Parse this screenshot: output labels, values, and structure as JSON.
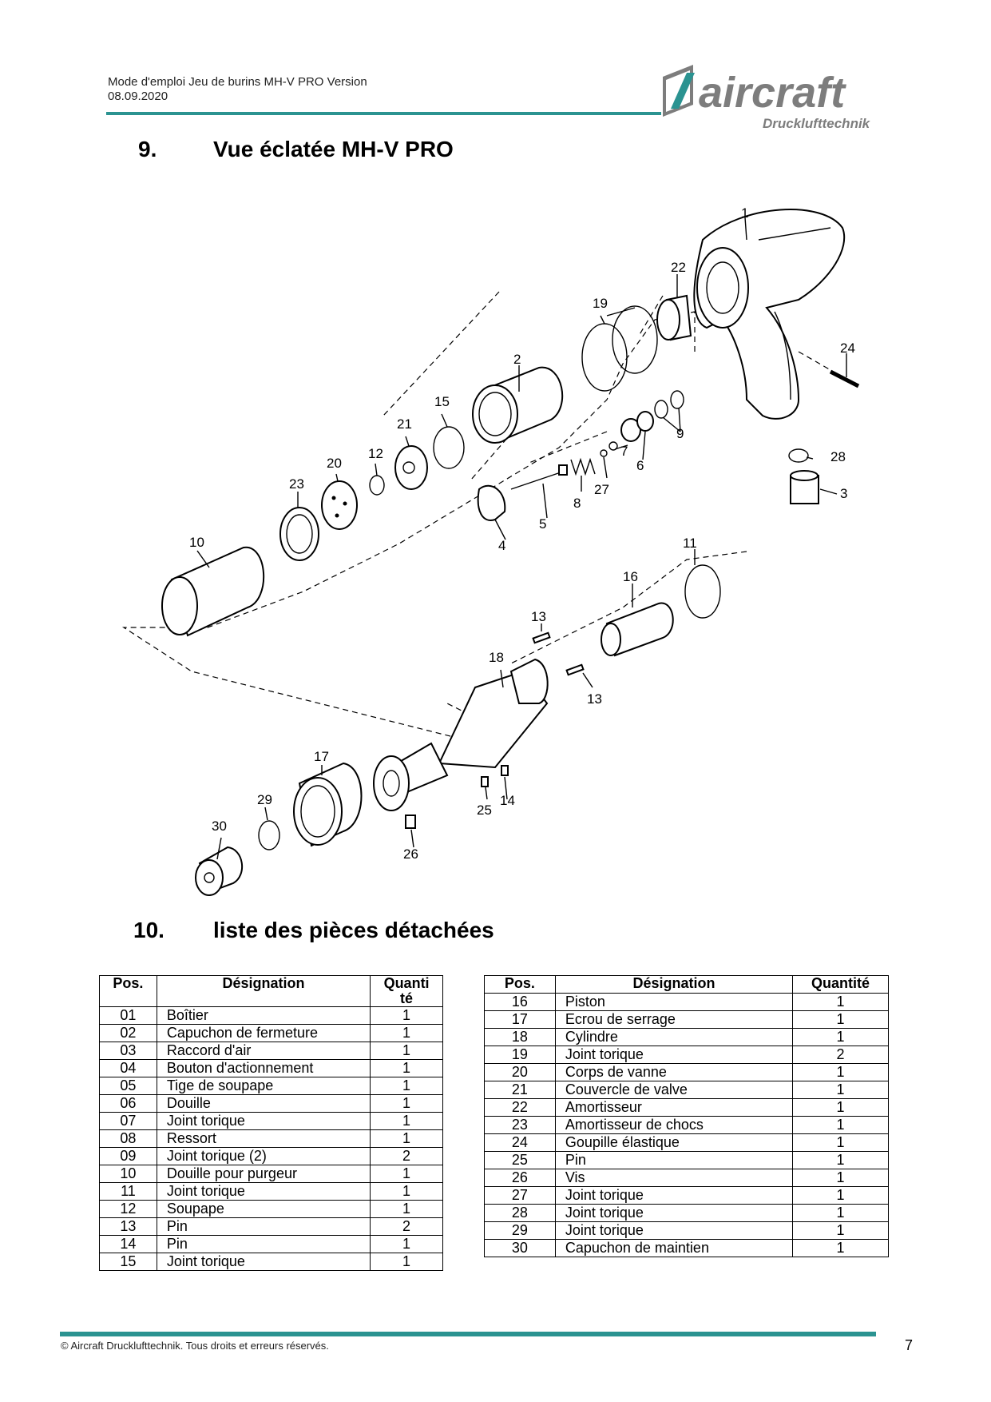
{
  "header": {
    "line1": "Mode d'emploi Jeu de burins MH-V PRO Version",
    "line2": "08.09.2020",
    "logo_name": "aircraft",
    "logo_sub": "Drucklufttechnik",
    "accent_color": "#2b9391"
  },
  "section9": {
    "number": "9.",
    "title": "Vue éclatée MH-V PRO"
  },
  "diagram_labels": {
    "p1": "1",
    "p2": "2",
    "p3": "3",
    "p4": "4",
    "p5": "5",
    "p6": "6",
    "p7": "7",
    "p8": "8",
    "p9": "9",
    "p10": "10",
    "p11": "11",
    "p12": "12",
    "p13a": "13",
    "p13b": "13",
    "p14": "14",
    "p15": "15",
    "p16": "16",
    "p17": "17",
    "p18": "18",
    "p19": "19",
    "p20": "20",
    "p21": "21",
    "p22": "22",
    "p23": "23",
    "p24": "24",
    "p25": "25",
    "p26": "26",
    "p27": "27",
    "p28": "28",
    "p29": "29",
    "p30": "30"
  },
  "section10": {
    "number": "10.",
    "title": "liste des pièces détachées"
  },
  "table_headers": {
    "pos": "Pos.",
    "designation": "Désignation",
    "qty_left_1": "Quanti",
    "qty_left_2": "té",
    "qty_right": "Quantité"
  },
  "parts_left": [
    {
      "pos": "01",
      "name": "Boîtier",
      "qty": "1"
    },
    {
      "pos": "02",
      "name": "Capuchon de fermeture",
      "qty": "1"
    },
    {
      "pos": "03",
      "name": "Raccord d'air",
      "qty": "1"
    },
    {
      "pos": "04",
      "name": "Bouton d'actionnement",
      "qty": "1"
    },
    {
      "pos": "05",
      "name": "Tige de soupape",
      "qty": "1"
    },
    {
      "pos": "06",
      "name": "Douille",
      "qty": "1"
    },
    {
      "pos": "07",
      "name": "Joint torique",
      "qty": "1"
    },
    {
      "pos": "08",
      "name": "Ressort",
      "qty": "1"
    },
    {
      "pos": "09",
      "name": "Joint torique (2)",
      "qty": "2"
    },
    {
      "pos": "10",
      "name": "Douille pour purgeur",
      "qty": "1"
    },
    {
      "pos": "11",
      "name": "Joint torique",
      "qty": "1"
    },
    {
      "pos": "12",
      "name": "Soupape",
      "qty": "1"
    },
    {
      "pos": "13",
      "name": "Pin",
      "qty": "2"
    },
    {
      "pos": "14",
      "name": "Pin",
      "qty": "1"
    },
    {
      "pos": "15",
      "name": "Joint torique",
      "qty": "1"
    }
  ],
  "parts_right": [
    {
      "pos": "16",
      "name": "Piston",
      "qty": "1"
    },
    {
      "pos": "17",
      "name": "Ecrou de serrage",
      "qty": "1"
    },
    {
      "pos": "18",
      "name": "Cylindre",
      "qty": "1"
    },
    {
      "pos": "19",
      "name": "Joint torique",
      "qty": "2"
    },
    {
      "pos": "20",
      "name": "Corps de vanne",
      "qty": "1"
    },
    {
      "pos": "21",
      "name": "Couvercle de valve",
      "qty": "1"
    },
    {
      "pos": "22",
      "name": "Amortisseur",
      "qty": "1"
    },
    {
      "pos": "23",
      "name": "Amortisseur de chocs",
      "qty": "1"
    },
    {
      "pos": "24",
      "name": "Goupille élastique",
      "qty": "1"
    },
    {
      "pos": "25",
      "name": "Pin",
      "qty": "1"
    },
    {
      "pos": "26",
      "name": "Vis",
      "qty": "1"
    },
    {
      "pos": "27",
      "name": "Joint torique",
      "qty": "1"
    },
    {
      "pos": "28",
      "name": "Joint torique",
      "qty": "1"
    },
    {
      "pos": "29",
      "name": "Joint torique",
      "qty": "1"
    },
    {
      "pos": "30",
      "name": "Capuchon de maintien",
      "qty": "1"
    }
  ],
  "footer": {
    "copyright": "© Aircraft Drucklufttechnik. Tous droits et erreurs réservés.",
    "page": "7"
  }
}
